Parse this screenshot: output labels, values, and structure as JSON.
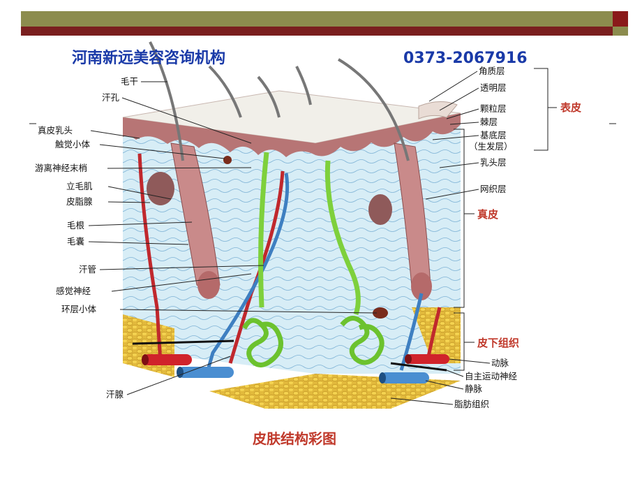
{
  "header": {
    "org": "河南新远美容咨询机构",
    "phone": "0373-2067916"
  },
  "caption": "皮肤结构彩图",
  "labels_left": {
    "hair_shaft": "毛干",
    "sweat_pore": "汗孔",
    "dermal_papilla": "真皮乳头",
    "tactile_corpuscle": "触觉小体",
    "free_nerve_ending": "游离神经末梢",
    "arrector_pili": "立毛肌",
    "sebaceous_gland": "皮脂腺",
    "hair_root": "毛根",
    "hair_follicle": "毛囊",
    "sweat_duct": "汗管",
    "sensory_nerve": "感觉神经",
    "lamellar_corpuscle": "环层小体",
    "sweat_gland": "汗腺"
  },
  "labels_right": {
    "stratum_corneum": "角质层",
    "stratum_lucidum": "透明层",
    "stratum_granulosum": "颗粒层",
    "stratum_spinosum": "棘层",
    "stratum_basale": "基底层",
    "germinative_layer": "（生发层）",
    "papillary_layer": "乳头层",
    "reticular_layer": "网织层",
    "artery": "动脉",
    "autonomic_nerve": "自主运动神经",
    "vein": "静脉",
    "adipose_tissue": "脂肪组织"
  },
  "sections": {
    "epidermis": "表皮",
    "dermis": "真皮",
    "subcutaneous": "皮下组织"
  }
}
